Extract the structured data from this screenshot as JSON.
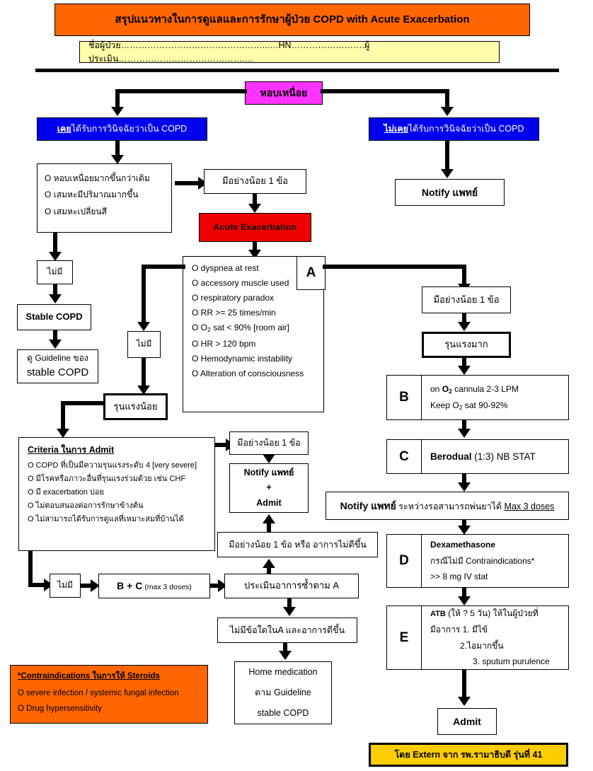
{
  "header": {
    "title": "สรุปแนวทางในการดูแลและการรักษาผู้ป่วย COPD with Acute Exacerbation",
    "patient_line": "ชื่อผู้ป่วย…………………………………………...…HN…………………….ผู้ประเมิน…………………………………….…"
  },
  "nodes": {
    "start": "หอบเหนื่อย",
    "known_copd_prefix": "เคย",
    "known_copd_rest": "ได้รับการวินิจฉัยว่าเป็น COPD",
    "unknown_copd_prefix": "ไม่เคย",
    "unknown_copd_rest": "ได้รับการวินิจฉัยว่าเป็น COPD",
    "notify_doctor": "Notify แพทย์",
    "symptoms": [
      "O หอบเหนื่อยมากขึ้นกว่าเดิม",
      "O เสมหะมีปริมาณมากขึ้น",
      "O เสมหะเปลี่ยนสี"
    ],
    "at_least_one_1": "มีอย่างน้อย 1 ข้อ",
    "acute_exacerbation": "Acute Exacerbation",
    "none_1": "ไม่มี",
    "stable_copd": "Stable COPD",
    "see_guideline_line1": "ดู Guideline ของ",
    "see_guideline_line2": "stable COPD",
    "a_items": [
      "O dyspnea at rest",
      "O accessory muscle used",
      "O respiratory paradox",
      "O RR >= 25 times/min",
      "O HR > 120 bpm",
      "O Hemodynamic instability",
      "O Alteration of consciousness"
    ],
    "a_item_o2_pre": "O O",
    "a_item_o2_sub": "2",
    "a_item_o2_post": " sat < 90% [room air]",
    "a_label": "A",
    "none_2": "ไม่มี",
    "mild": "รุนแรงน้อย",
    "at_least_one_2": "มีอย่างน้อย 1 ข้อ",
    "at_least_one_3": "มีอย่างน้อย 1 ข้อ",
    "severe": "รุนแรงมาก",
    "criteria_title": "Criteria ในการ Admit",
    "criteria_title_en1": "Criteria",
    "criteria_title_th": " ในการ ",
    "criteria_title_en2": "Admit",
    "criteria_items": [
      "O COPD ที่เป็นมีความรุนแรงระดับ 4 [very severe]",
      "O มีโรคหรือภาวะอื่นที่รุนแรงร่วมด้วย เช่น CHF",
      "O มี exacerbation บ่อย",
      "O ไม่ตอบสนองต่อการรักษาข้างต้น",
      "O ไม่สามารถได้รับการดูแลที่เหมาะสมที่บ้านได้"
    ],
    "notify_admit_l1": "Notify แพทย์",
    "notify_admit_l2": "+",
    "notify_admit_l3": "Admit",
    "at_least_one_or_not_better": "มีอย่างน้อย 1 ข้อ หรือ อาการไม่ดีขึ้น",
    "none_3": "ไม่มี",
    "b_plus_c_bold": "B + C",
    "b_plus_c_small": " (max 3 doses)",
    "reassess_a": "ประเมินอาการซ้ำตาม A",
    "no_a_improved": "ไม่มีข้อใดในA และอาการดีขึ้น",
    "home_med_l1": "Home medication",
    "home_med_l2": "ตาม Guideline",
    "home_med_l3": "stable COPD",
    "admit": "Admit"
  },
  "treatment": {
    "b": {
      "letter": "B",
      "line1_pre": "on ",
      "line1_bold": "O",
      "line1_sub": "2",
      "line1_post": " cannula 2-3 LPM",
      "line2_pre": "Keep O",
      "line2_sub": "2",
      "line2_post": " sat 90-92%"
    },
    "c": {
      "letter": "C",
      "bold": "Berodual",
      "rest": " (1:3) NB STAT"
    },
    "notify_max": {
      "bold": "Notify แพทย์",
      "mid": " ระหว่างรอสามารถพ่นยาได้ ",
      "underlined": "Max 3 doses"
    },
    "d": {
      "letter": "D",
      "line1": "Dexamethasone",
      "line2": "กรณีไม่มี Contraindications*",
      "line3": ">> 8 mg IV stat"
    },
    "e": {
      "letter": "E",
      "line1_bold": "ATB",
      "line1_rest": " (ให้ ? 5 วัน) ให้ในผู้ป่วยที่",
      "line2": "มีอาการ 1. มีไข้",
      "line3": "2.ไอมากขึ้น",
      "line4": "3. sputum purulence"
    }
  },
  "footnote": {
    "title_star": "*",
    "title_en": "Contraindications",
    "title_th": " ในการให้ ",
    "title_en2": "Steroids",
    "items": [
      "O severe infection / systemic fungal infection",
      "O Drug hypersensitivity"
    ]
  },
  "credit": "โดย Extern จาก รพ.รามาธิบดี รุ่นที่ 41",
  "colors": {
    "orange": "#ff6600",
    "yellow_pale": "#ffffaa",
    "magenta": "#ff33ff",
    "blue": "#0000ee",
    "red": "#ee0000",
    "gold": "#ffcc00",
    "black": "#000000"
  }
}
